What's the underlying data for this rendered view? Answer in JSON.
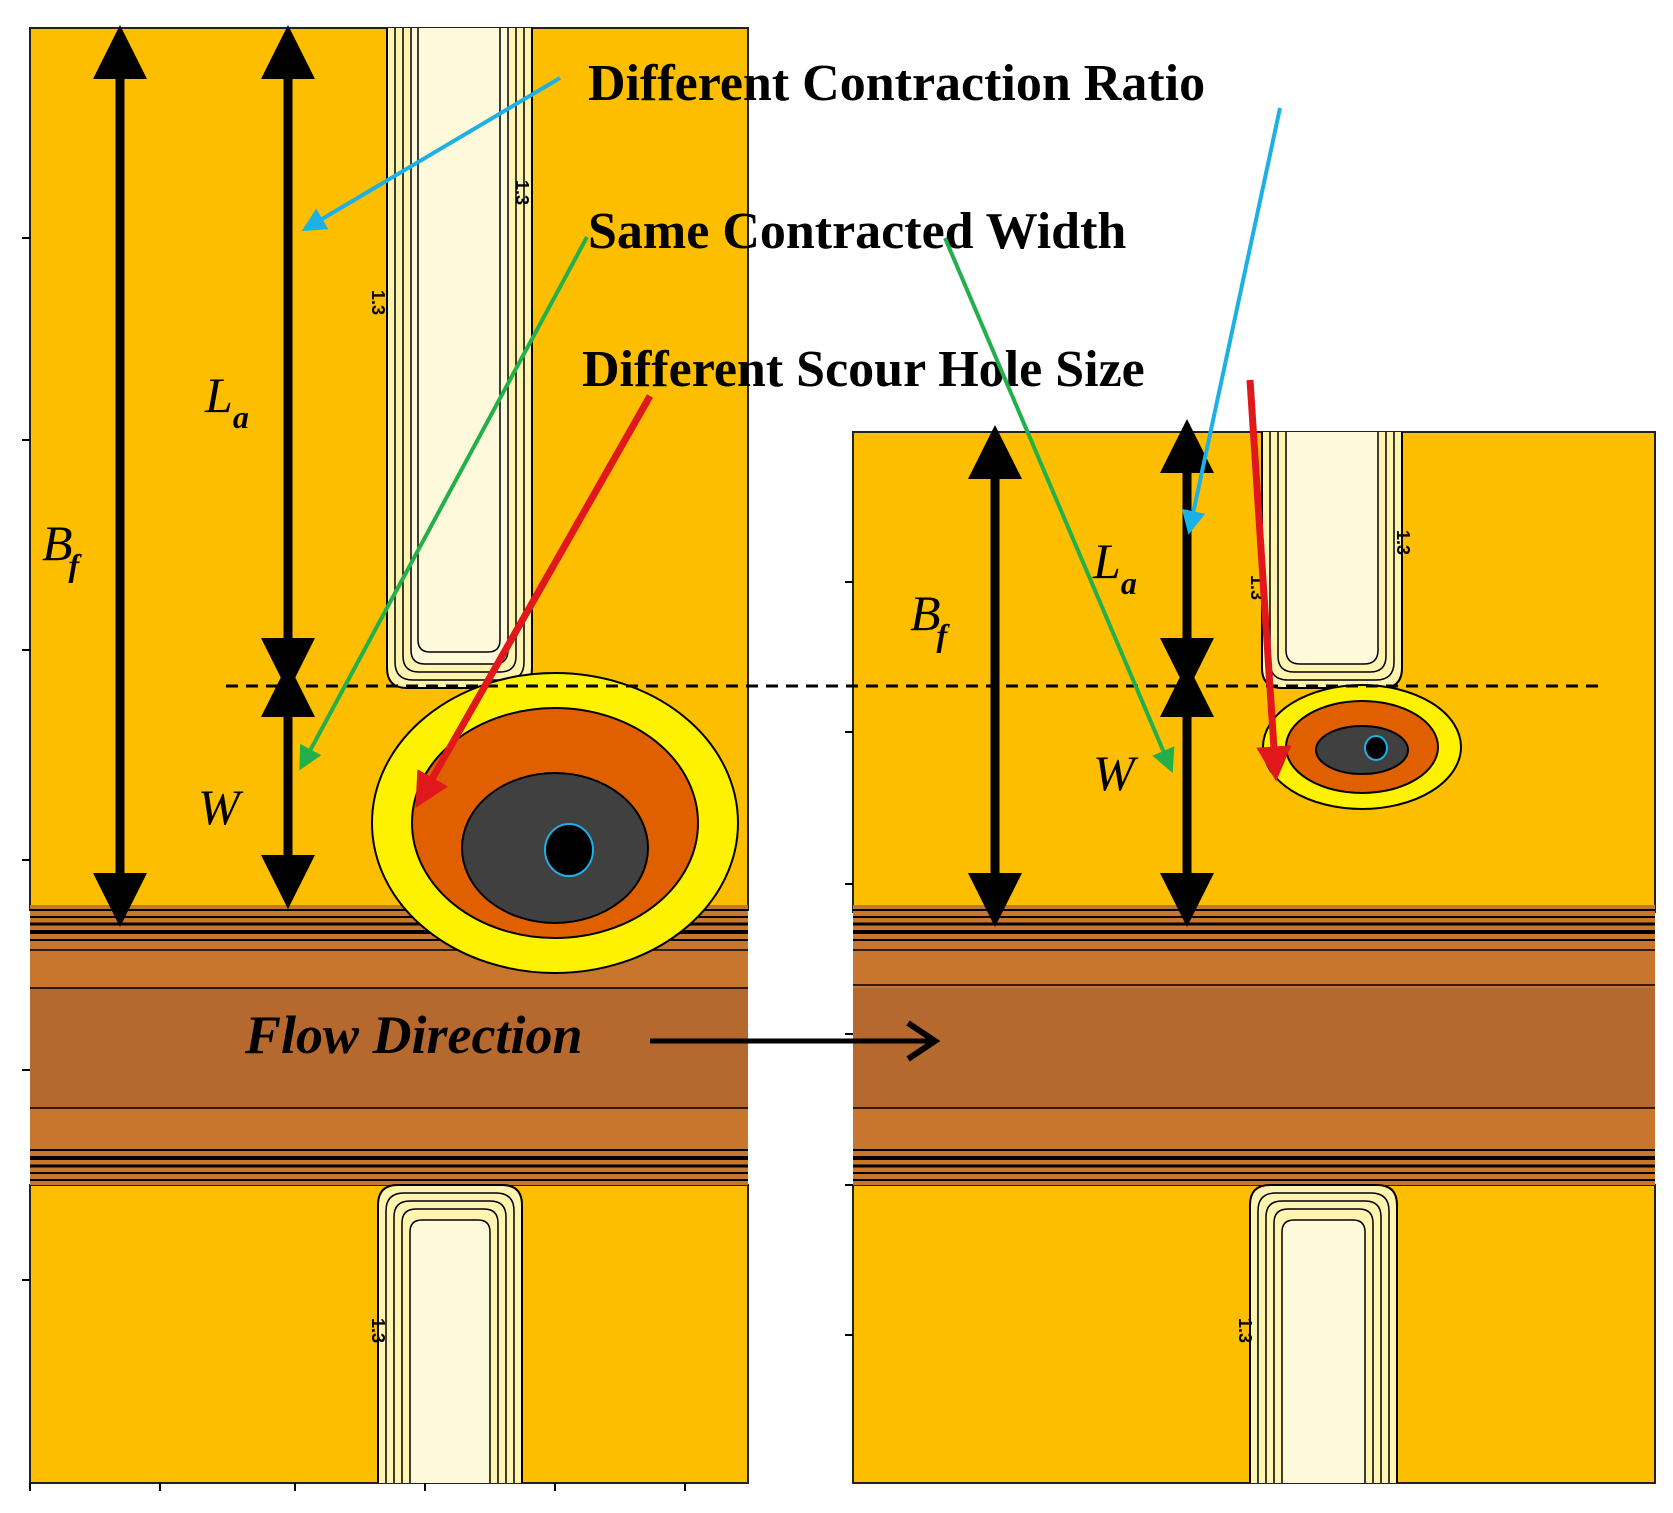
{
  "annotations": {
    "contraction_ratio": "Different Contraction Ratio",
    "contracted_width": "Same Contracted Width",
    "scour_hole": "Different Scour Hole Size"
  },
  "dimensions": {
    "bf_letter": "B",
    "bf_sub": "f",
    "la_letter": "L",
    "la_sub": "a",
    "w": "W"
  },
  "flow_label": "Flow Direction",
  "contour_value": "1.3",
  "colors": {
    "floodplain": "#FDBE00",
    "main_channel": "#C8752E",
    "main_channel_deep": "#B5692E",
    "abutment": "#FFF9DC",
    "scour_yellow": "#FFF200",
    "scour_orange": "#E06000",
    "scour_dark": "#404040",
    "arrow_blue": "#1CB1E6",
    "arrow_green": "#22B04A",
    "arrow_red": "#E0171B"
  }
}
